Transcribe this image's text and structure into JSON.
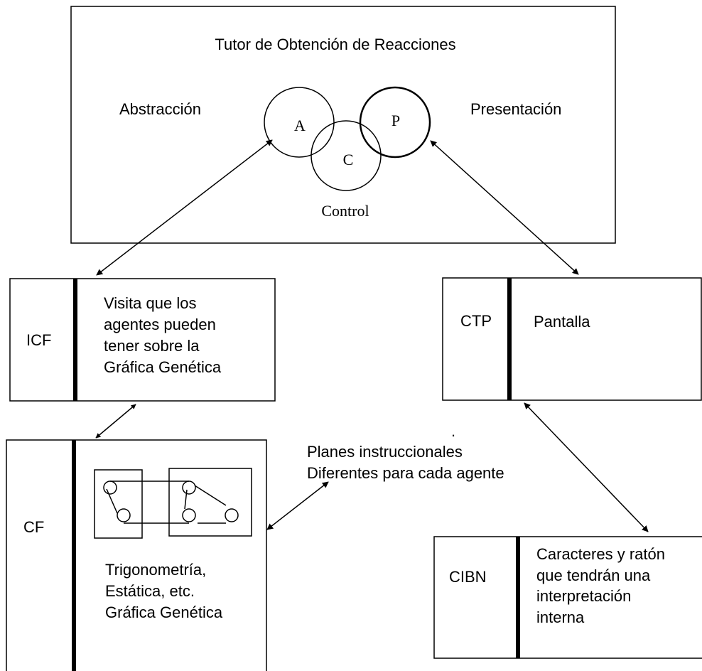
{
  "top": {
    "title": "Tutor de Obtención de Reacciones",
    "left_label": "Abstracción",
    "right_label": "Presentación",
    "circle_a": "A",
    "circle_c": "C",
    "circle_p": "P",
    "control_label": "Control"
  },
  "icf": {
    "code": "ICF",
    "lines": [
      "Visita que los",
      "agentes pueden",
      "tener sobre la",
      "Gráfica Genética"
    ]
  },
  "ctp": {
    "code": "CTP",
    "label": "Pantalla"
  },
  "cf": {
    "code": "CF",
    "lines": [
      "Trigonometría,",
      "Estática, etc.",
      "Gráfica Genética"
    ]
  },
  "plans": {
    "lines": [
      "Planes instruccionales",
      "Diferentes para cada agente"
    ],
    "dot": "."
  },
  "cibn": {
    "code": "CIBN",
    "lines": [
      "Caracteres y ratón",
      "que tendrán una",
      "interpretación",
      "interna"
    ]
  }
}
